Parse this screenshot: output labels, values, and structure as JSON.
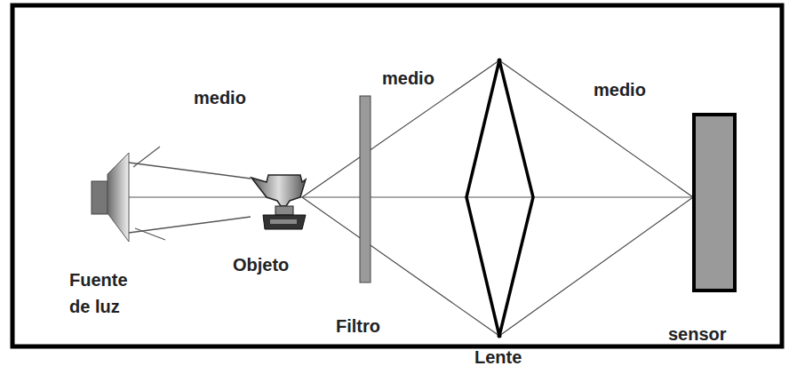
{
  "diagram": {
    "labels": [
      "medio",
      "medio",
      "medio",
      "Fuente de luz",
      "Objeto",
      "Filtro",
      "Lente",
      "sensor"
    ]
  }
}
